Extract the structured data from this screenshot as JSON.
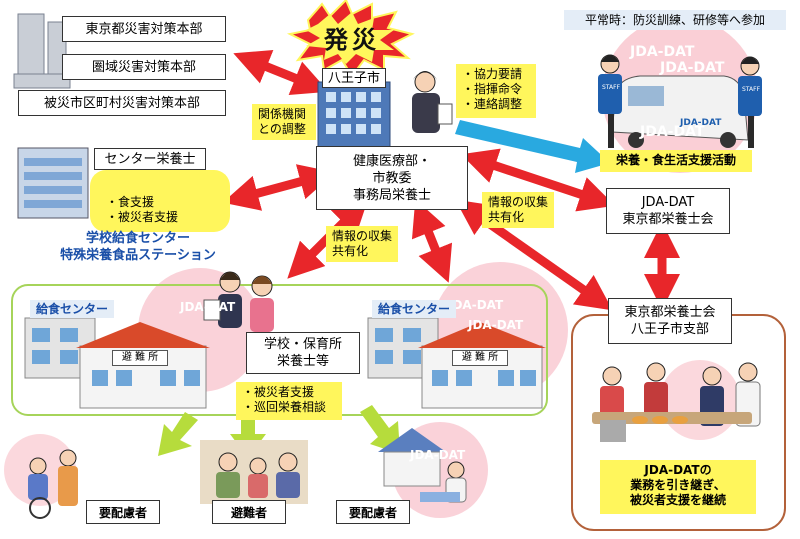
{
  "disaster": {
    "label": "発災"
  },
  "hq": {
    "tokyo": "東京都災害対策本部",
    "region": "圏域災害対策本部",
    "municipal": "被災市区町村災害対策本部"
  },
  "city": {
    "label": "八王子市"
  },
  "notes": {
    "coordination": "関係機関\nとの調整",
    "requests": "・協力要請\n・指揮命令\n・連絡調整",
    "info_left": "情報の収集\n共有化",
    "info_right": "情報の収集\n共有化"
  },
  "health_dept": {
    "label": "健康医療部・\n市教委\n事務局栄養士"
  },
  "center": {
    "nutritionist": "センター栄養士",
    "tasks": "・食支援\n・被災者支援",
    "station": "学校給食センター\n特殊栄養食品ステーション"
  },
  "peacetime": {
    "label": "平常時：防災訓練、研修等へ参加"
  },
  "jda": {
    "watermark": "JDA-DAT",
    "van_label": "JDA-DAT",
    "staff": "STAFF",
    "activity": "栄養・食生活支援活動",
    "tokyo_assoc": "JDA-DAT\n東京都栄養士会",
    "hachioji_branch": "東京都栄養士会\n八王子市支部",
    "continue": "JDA-DATの\n業務を引き継ぎ、\n被災者支援を継続"
  },
  "school": {
    "kitchen_left": "給食センター",
    "kitchen_right": "給食センター",
    "shelter_sign": "避 難 所",
    "nutritionists": "学校・保育所\n栄養士等",
    "tasks": "・被災者支援\n・巡回栄養相談"
  },
  "targets": {
    "left": "要配慮者",
    "middle": "避難者",
    "right": "要配慮者"
  },
  "colors": {
    "red_arrow": "#e8262a",
    "blue_arrow": "#29a9e0",
    "green_arrow": "#b6dc3c",
    "yellow": "#fff65c",
    "pink": "#f9c7cf",
    "green_frame": "#a6d45a",
    "brown_frame": "#b3613a"
  }
}
